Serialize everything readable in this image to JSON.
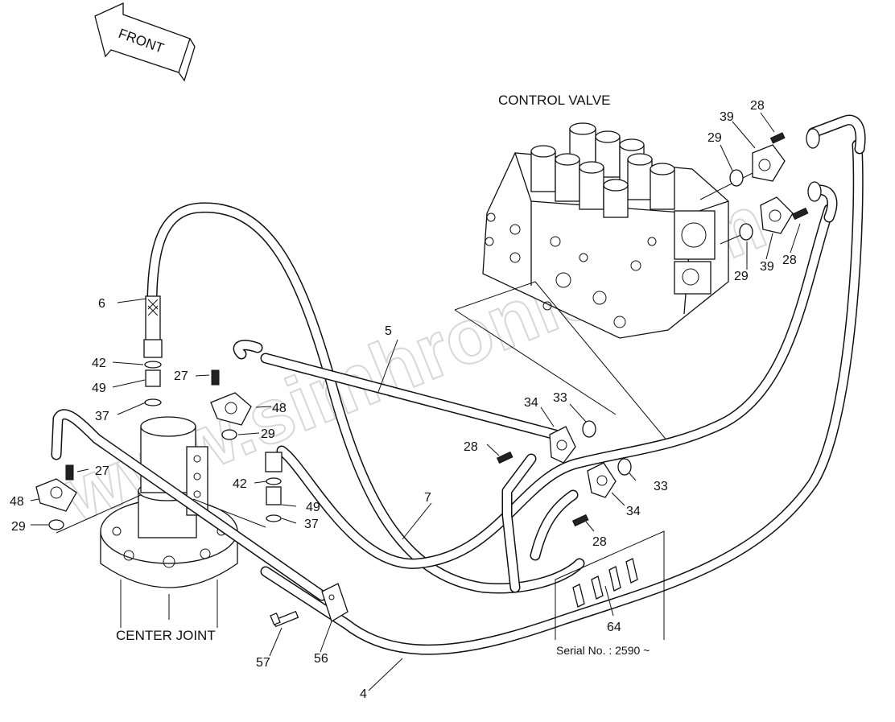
{
  "direction_arrow": {
    "label": "FRONT"
  },
  "assemblies": {
    "control_valve": "CONTROL VALVE",
    "center_joint": "CENTER JOINT"
  },
  "serial_note": "Serial No. : 2590 ~",
  "watermark": "www.simhronic.com",
  "callouts": {
    "c4": "4",
    "c5": "5",
    "c6": "6",
    "c7": "7",
    "c27a": "27",
    "c27b": "27",
    "c28a": "28",
    "c28b": "28",
    "c28c": "28",
    "c28d": "28",
    "c29a": "29",
    "c29b": "29",
    "c29c": "29",
    "c29d": "29",
    "c33a": "33",
    "c33b": "33",
    "c34a": "34",
    "c34b": "34",
    "c37a": "37",
    "c37b": "37",
    "c39a": "39",
    "c39b": "39",
    "c42a": "42",
    "c42b": "42",
    "c48a": "48",
    "c48b": "48",
    "c49a": "49",
    "c49b": "49",
    "c56": "56",
    "c57": "57",
    "c64": "64"
  }
}
